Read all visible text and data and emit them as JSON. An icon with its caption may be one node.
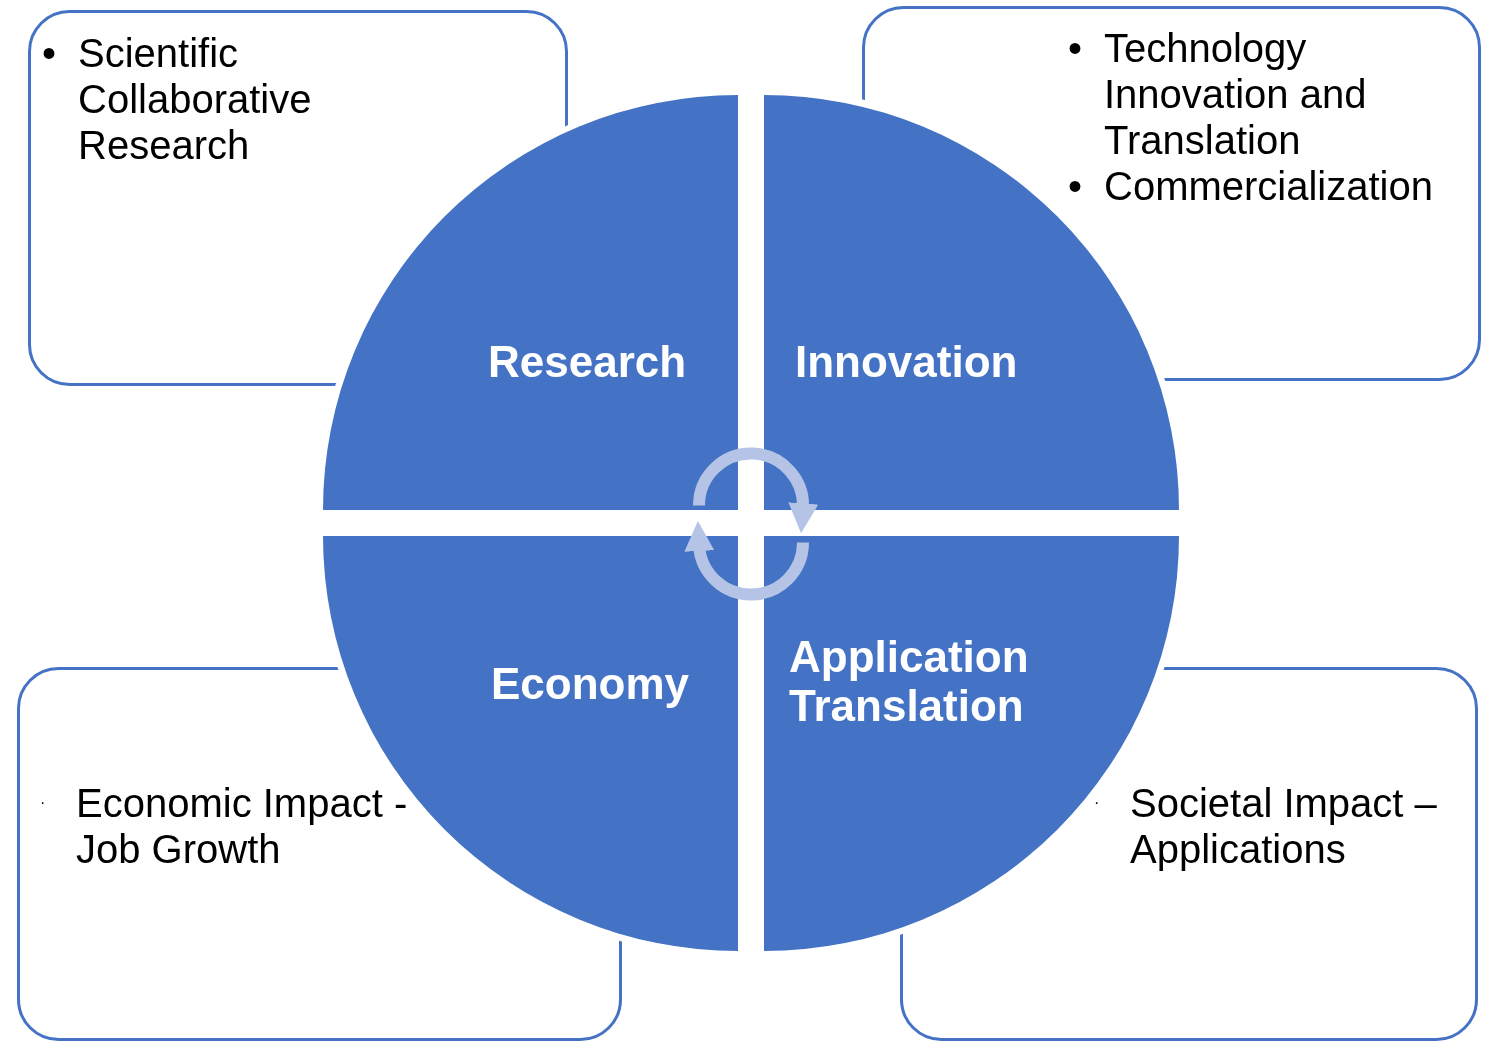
{
  "diagram": {
    "nodes": [
      {
        "text": [
          "• Scientific Collaborative Research"
        ]
      },
      {
        "text": [
          "• Technology Innovation and Translation",
          "• Commercialization"
        ]
      },
      {
        "text": [
          "Research"
        ]
      },
      {
        "text": [
          "Innovation"
        ]
      },
      {
        "text": [
          "Economy"
        ]
      },
      {
        "text": [
          "Application Translation"
        ]
      },
      {
        "text": [
          "· Economic Impact - Job Growth"
        ]
      },
      {
        "text": [
          "· Societal Impact – Applications"
        ]
      }
    ],
    "edges": [
      {
        "from": 2,
        "to": 3,
        "arrow": "to"
      },
      {
        "from": 5,
        "to": 4,
        "arrow": "to"
      }
    ]
  }
}
